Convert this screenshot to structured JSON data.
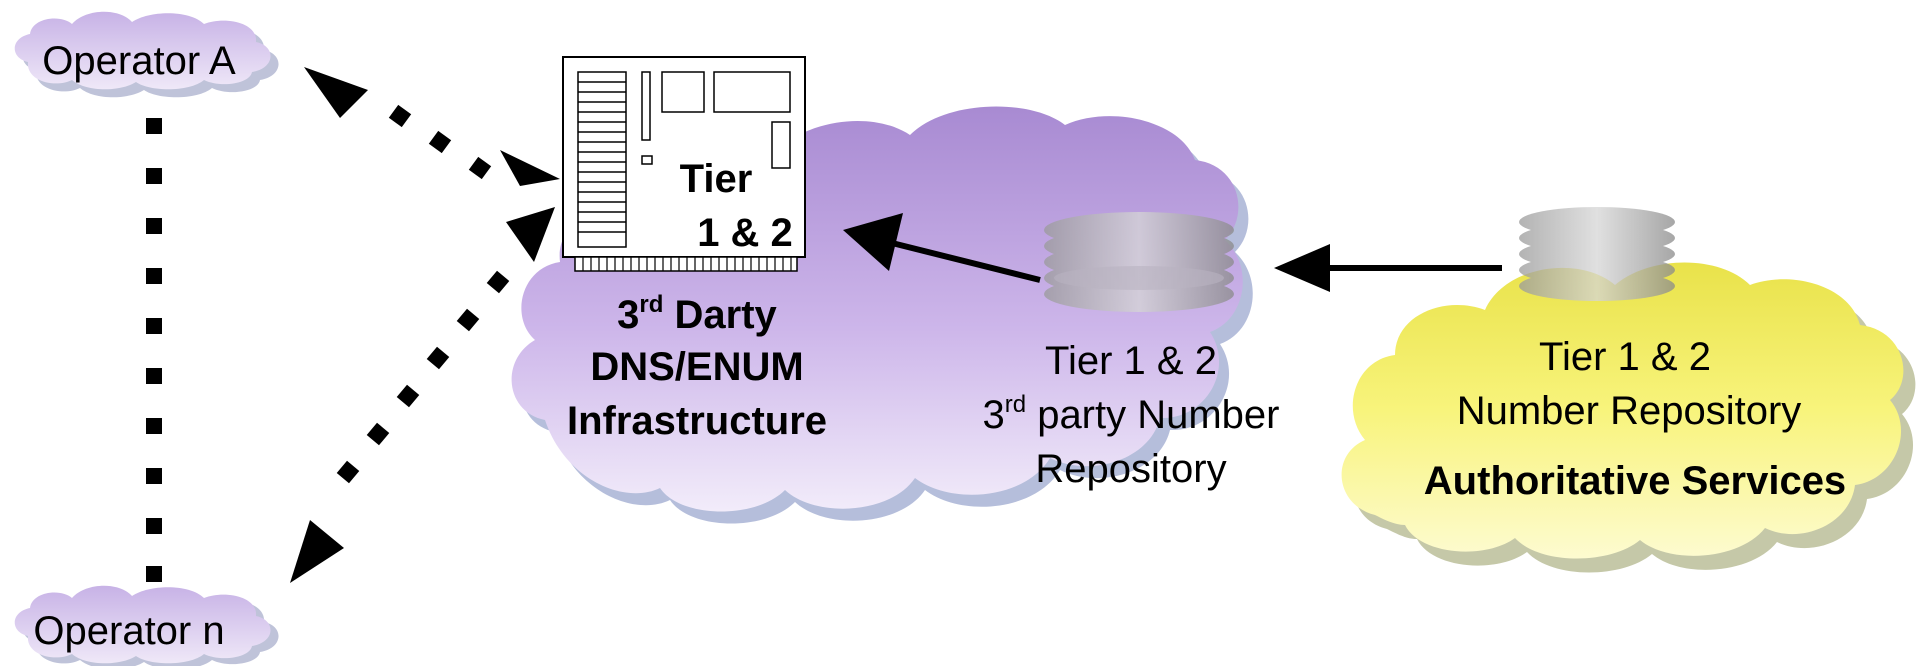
{
  "operators": {
    "top": "Operator A",
    "bottom": "Operator n"
  },
  "server": {
    "tier_line1": "Tier",
    "tier_line2": "1 & 2"
  },
  "third_party_cloud": {
    "line1_pre": "3",
    "line1_sup": "rd",
    "line1_post": " Darty",
    "line2": "DNS/ENUM",
    "line3": "Infrastructure"
  },
  "third_party_repo": {
    "line1": "Tier 1 & 2",
    "line2_pre": "3",
    "line2_sup": "rd",
    "line2_post": " party Number",
    "line3": "Repository"
  },
  "authoritative": {
    "line1": "Tier 1 & 2",
    "line2": "Number Repository",
    "line3": "Authoritative Services"
  },
  "colors": {
    "purple_cloud": "#b89ad8",
    "yellow_cloud": "#f5f07a",
    "operator_cloud": "#cdb8e8",
    "cloud_shadow": "#b9bfd6",
    "arrow": "#000000"
  },
  "icons": [
    "operator-cloud-icon",
    "server-icon",
    "database-icon"
  ]
}
